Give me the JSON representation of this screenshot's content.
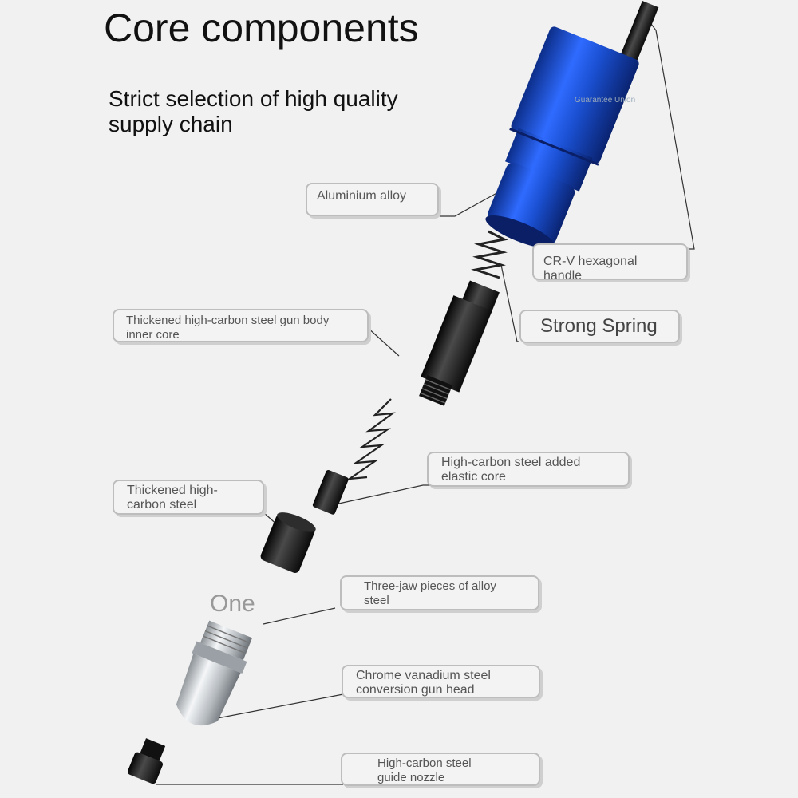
{
  "heading": {
    "title": "Core components",
    "subtitle": "Strict selection of high quality supply chain"
  },
  "brand_mark": "Guarantee Union",
  "labels": {
    "aluminium": "Aluminium alloy",
    "handle": "CR-V hexagonal handle",
    "spring": "Strong Spring",
    "inner_core": "Thickened high-carbon steel gun body inner core",
    "elastic_core": "High-carbon steel added elastic core",
    "thick_steel": "Thickened high-carbon steel",
    "three_jaw": "Three-jaw pieces of alloy steel",
    "gun_head": "Chrome vanadium steel conversion gun head",
    "nozzle": "High-carbon steel guide nozzle"
  },
  "one_label": "One",
  "colors": {
    "background": "#f1f1f1",
    "aluminium_blue": "#1a4fd0",
    "steel_black": "#1c1c1c",
    "chrome": "#c8ccd0",
    "label_border": "#bdbdbd"
  }
}
